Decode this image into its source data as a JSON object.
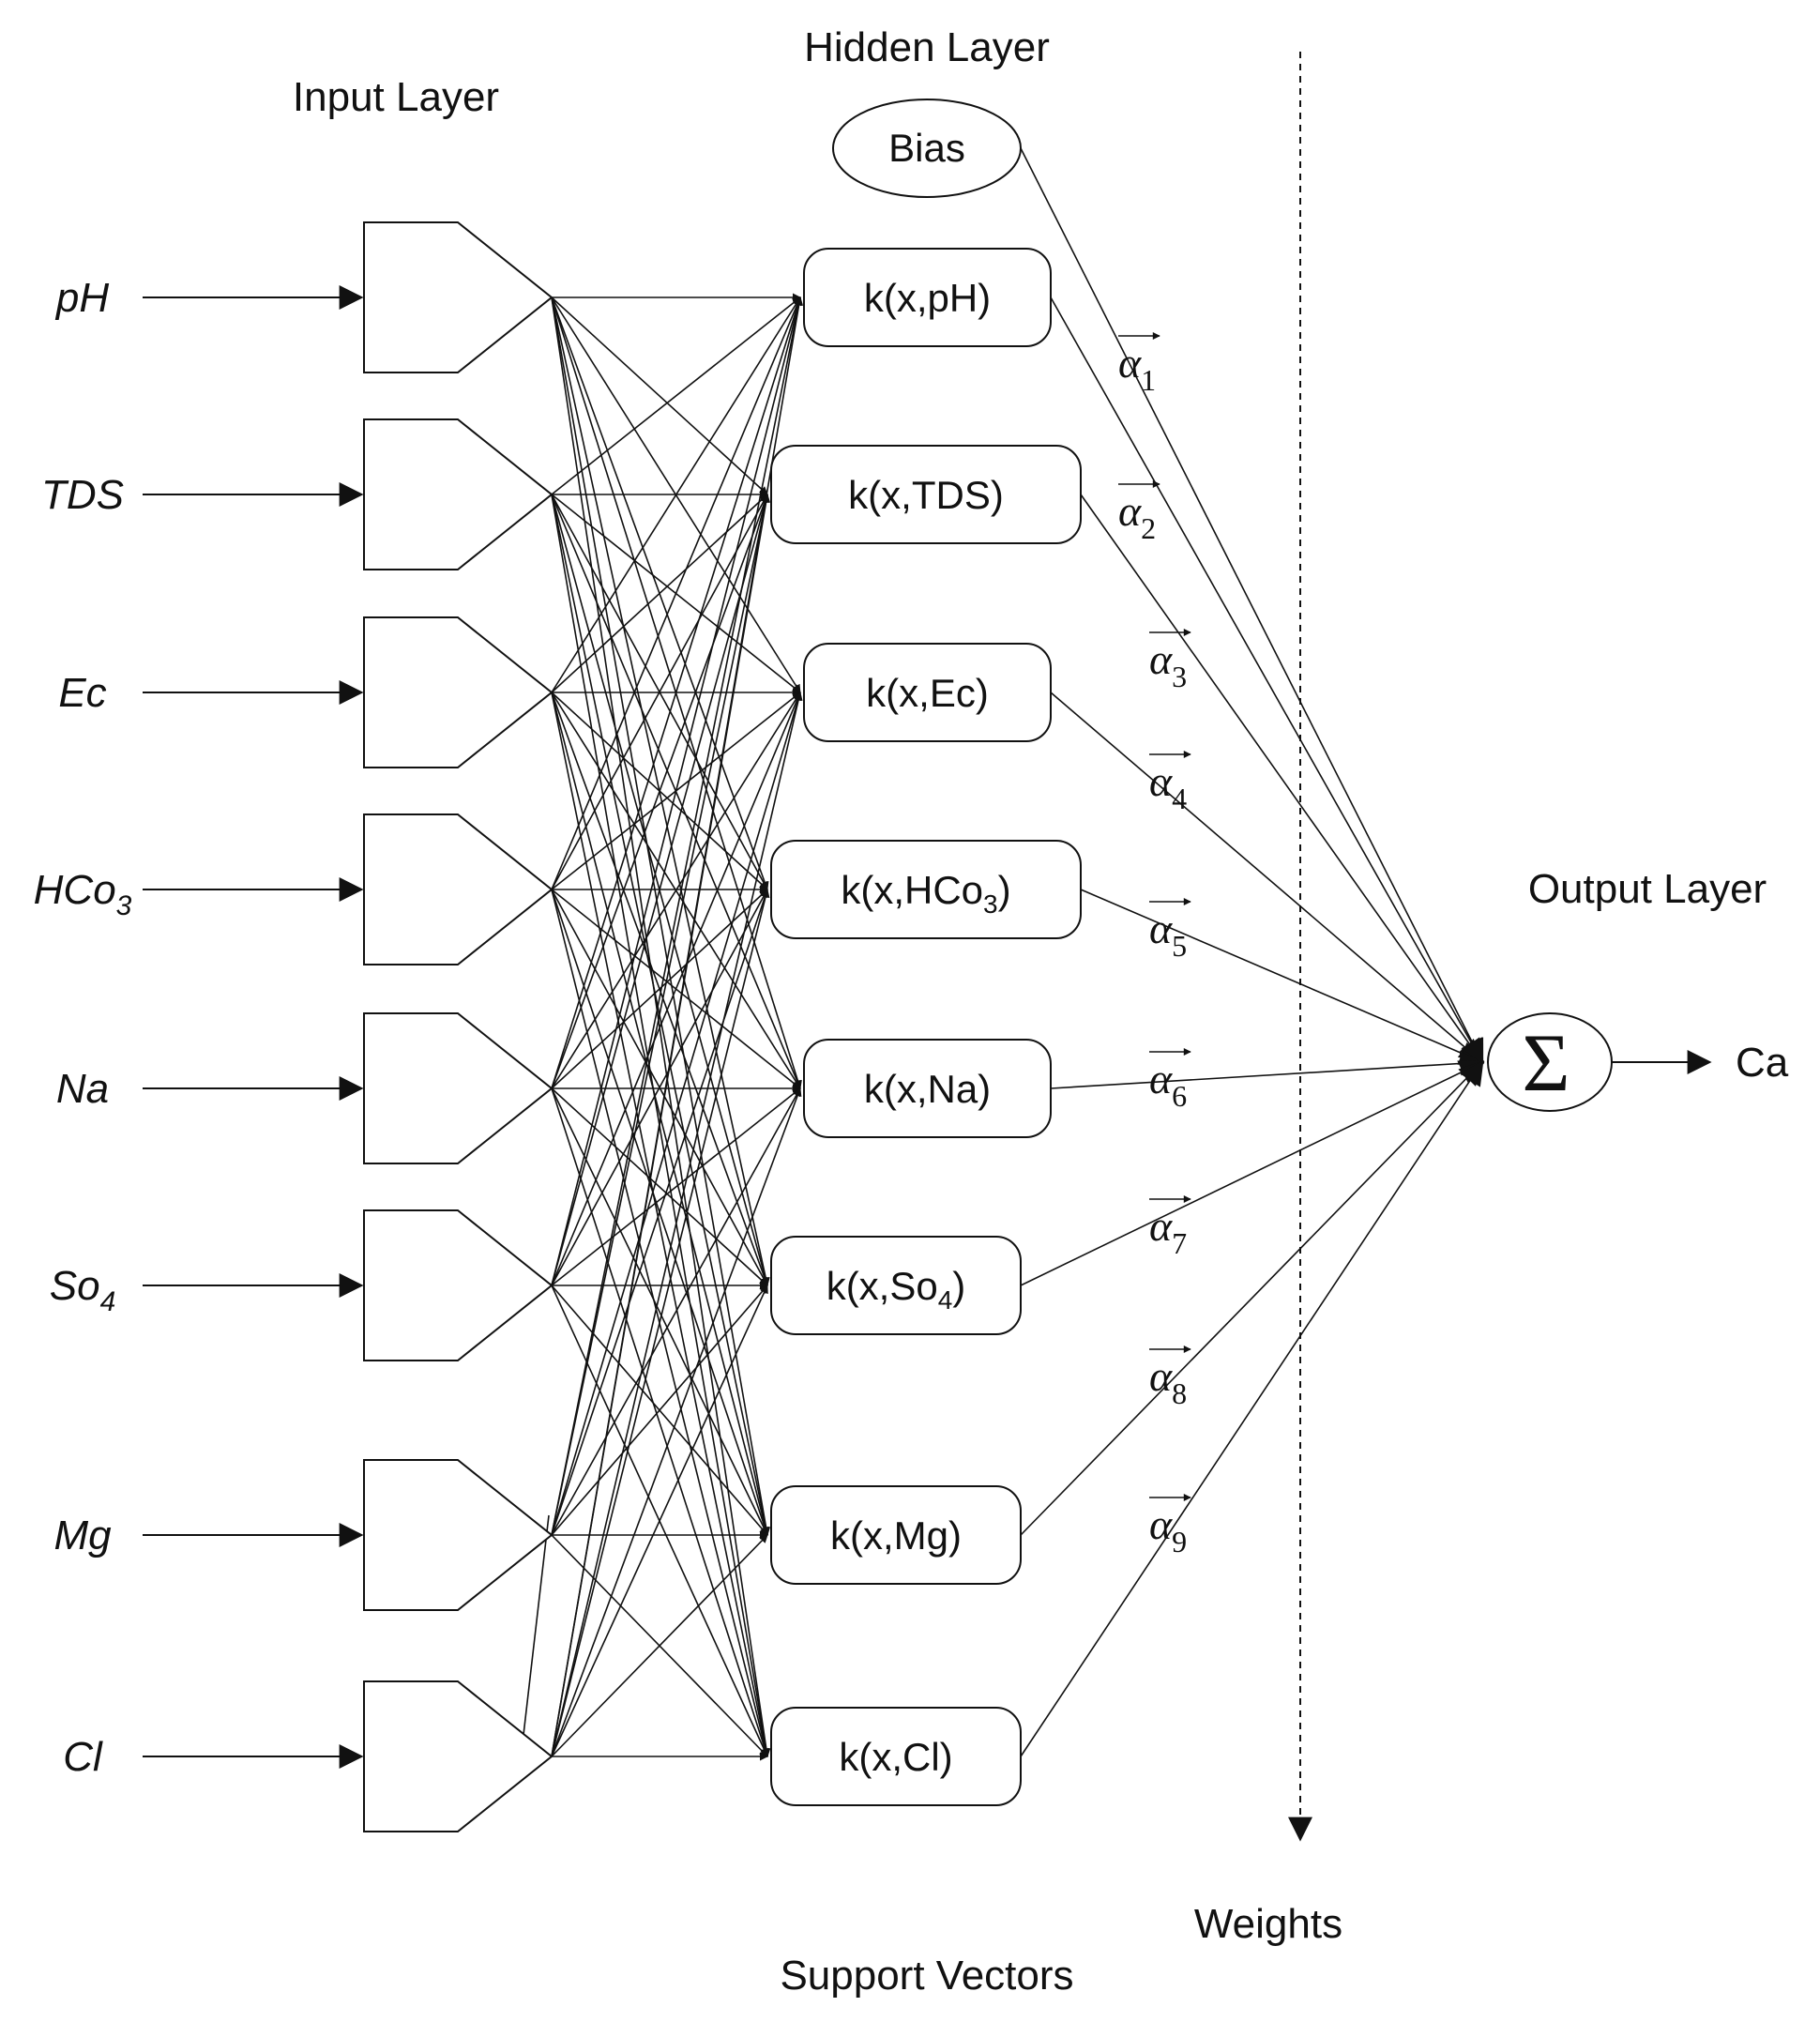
{
  "labels": {
    "input_layer": "Input Layer",
    "hidden_layer": "Hidden Layer",
    "output_layer": "Output Layer",
    "weights": "Weights",
    "support_vectors": "Support Vectors",
    "bias": "Bias",
    "sum_symbol": "Σ",
    "output": "Ca"
  },
  "inputs": [
    {
      "base": "pH",
      "sub": ""
    },
    {
      "base": "TDS",
      "sub": ""
    },
    {
      "base": "Ec",
      "sub": ""
    },
    {
      "base": "HCo",
      "sub": "3"
    },
    {
      "base": "Na",
      "sub": ""
    },
    {
      "base": "So",
      "sub": "4"
    },
    {
      "base": "Mg",
      "sub": ""
    },
    {
      "base": "Cl",
      "sub": ""
    }
  ],
  "kernels": [
    {
      "base": "k(x,pH)",
      "sub": "",
      "tail": ""
    },
    {
      "base": "k(x,TDS)",
      "sub": "",
      "tail": ""
    },
    {
      "base": "k(x,Ec)",
      "sub": "",
      "tail": ""
    },
    {
      "base": "k(x,HCo",
      "sub": "3",
      "tail": ")"
    },
    {
      "base": "k(x,Na)",
      "sub": "",
      "tail": ""
    },
    {
      "base": "k(x,So",
      "sub": "4",
      "tail": ")"
    },
    {
      "base": "k(x,Mg)",
      "sub": "",
      "tail": ""
    },
    {
      "base": "k(x,Cl)",
      "sub": "",
      "tail": ""
    }
  ],
  "weights": [
    {
      "symbol": "α",
      "sub": "1"
    },
    {
      "symbol": "α",
      "sub": "2"
    },
    {
      "symbol": "α",
      "sub": "3"
    },
    {
      "symbol": "α",
      "sub": "4"
    },
    {
      "symbol": "α",
      "sub": "5"
    },
    {
      "symbol": "α",
      "sub": "6"
    },
    {
      "symbol": "α",
      "sub": "7"
    },
    {
      "symbol": "α",
      "sub": "8"
    },
    {
      "symbol": "α",
      "sub": "9"
    }
  ]
}
